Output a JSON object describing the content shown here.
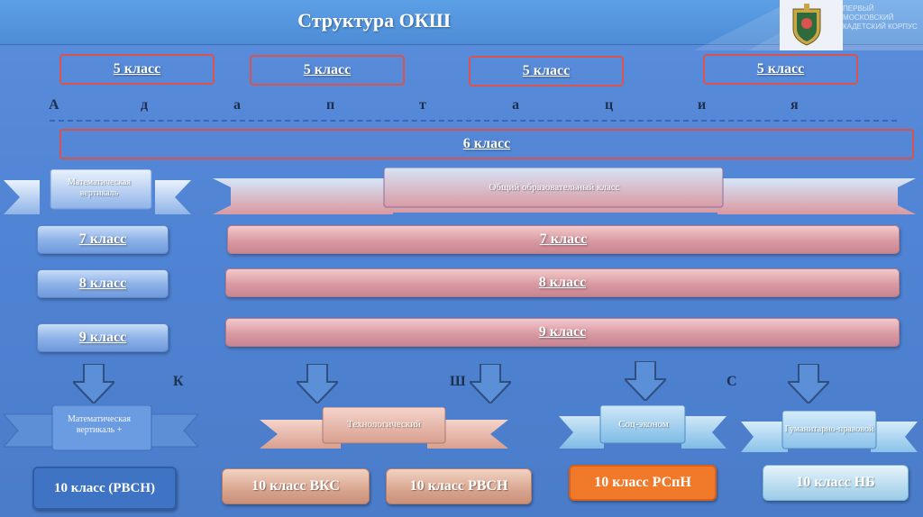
{
  "title": "Структура ОКШ",
  "logo": {
    "text": "ПЕРВЫЙ МОСКОВСКИЙ КАДЕТСКИЙ КОРПУС",
    "icon": "crest-icon"
  },
  "grade5": [
    "5 класс",
    "5 класс",
    "5 класс",
    "5 класс"
  ],
  "adaptation_letters": [
    "А",
    "д",
    "а",
    "п",
    "т",
    "а",
    "ц",
    "и",
    "я"
  ],
  "grade6": "6 класс",
  "ribbons": {
    "math_top": "Математическая вертикаль",
    "general": "Общий образовательный класс"
  },
  "left_pills": [
    "7 класс",
    "8 класс",
    "9 класс"
  ],
  "right_pills": [
    "7 класс",
    "8 класс",
    "9 класс"
  ],
  "kshs_letters": [
    "К",
    "Ш",
    "С"
  ],
  "bottom_ribbons": {
    "math": "Математическая вертикаль +",
    "tech": "Технологический",
    "soc": "Соц-эконом",
    "hum": "Гуманитарно-правовой"
  },
  "grade10": {
    "rvsn1": "10 класс (РВСН)",
    "vks": "10 класс ВКС",
    "rvsn2": "10 класс РВСН",
    "rspn": "10 класс РСпН",
    "nb": "10 класс НБ"
  },
  "colors": {
    "background": "#4a7cc9",
    "outline_red": "#d9534f",
    "pill_blue": "#8fb3e8",
    "pill_pink": "#d99aa3",
    "orange_button": "#f07a2a"
  }
}
